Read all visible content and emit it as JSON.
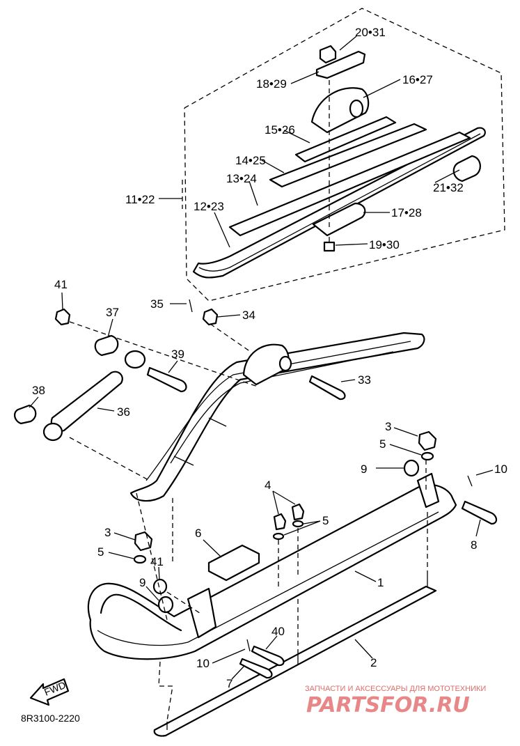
{
  "diagram": {
    "code": "8R3100-2220",
    "fwd_label": "FWD",
    "watermark_top": "ЗАПЧАСТИ И АКСЕССУАРЫ ДЛЯ МОТОТЕХНИКИ",
    "watermark_brand": "PARTSFOR.RU"
  },
  "labels": {
    "l20_31": "20•31",
    "l18_29": "18•29",
    "l16_27": "16•27",
    "l15_26": "15•26",
    "l14_25": "14•25",
    "l13_24": "13•24",
    "l11_22": "11•22",
    "l12_23": "12•23",
    "l21_32": "21•32",
    "l17_28": "17•28",
    "l19_30": "19•30",
    "l41a": "41",
    "l35": "35",
    "l34": "34",
    "l37": "37",
    "l39": "39",
    "l33": "33",
    "l38": "38",
    "l36": "36",
    "l3a": "3",
    "l5a": "5",
    "l9a": "9",
    "l10a": "10",
    "l4": "4",
    "l5b": "5",
    "l6": "6",
    "l3b": "3",
    "l5c": "5",
    "l41b": "41",
    "l9b": "9",
    "l8": "8",
    "l1": "1",
    "l40": "40",
    "l10b": "10",
    "l7": "7",
    "l2": "2"
  }
}
